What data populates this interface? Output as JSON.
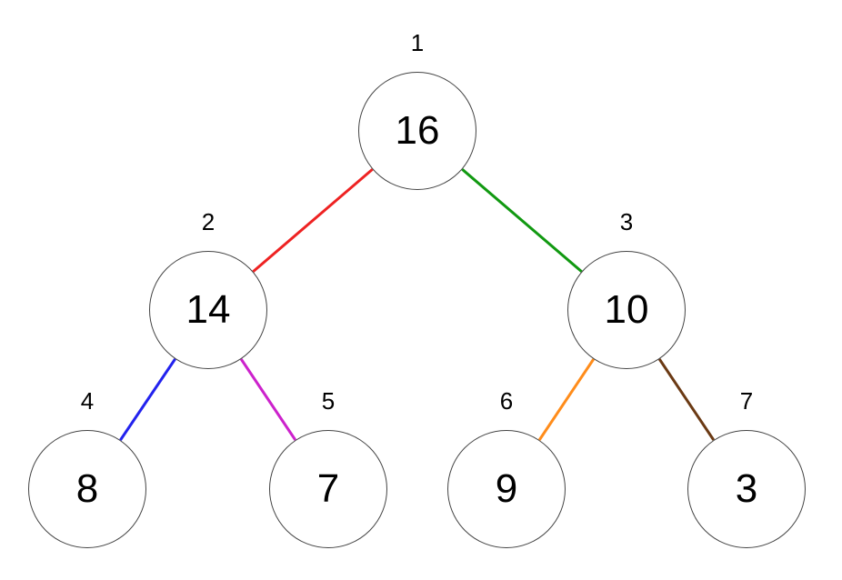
{
  "tree": {
    "nodes": [
      {
        "index": "1",
        "value": "16"
      },
      {
        "index": "2",
        "value": "14"
      },
      {
        "index": "3",
        "value": "10"
      },
      {
        "index": "4",
        "value": "8"
      },
      {
        "index": "5",
        "value": "7"
      },
      {
        "index": "6",
        "value": "9"
      },
      {
        "index": "7",
        "value": "3"
      }
    ],
    "edges": [
      {
        "from": "1",
        "to": "2",
        "color": "#ee2222"
      },
      {
        "from": "1",
        "to": "3",
        "color": "#119911"
      },
      {
        "from": "2",
        "to": "4",
        "color": "#2222ee"
      },
      {
        "from": "2",
        "to": "5",
        "color": "#cc22cc"
      },
      {
        "from": "3",
        "to": "6",
        "color": "#ff8c1a"
      },
      {
        "from": "3",
        "to": "7",
        "color": "#6b3a14"
      }
    ]
  }
}
